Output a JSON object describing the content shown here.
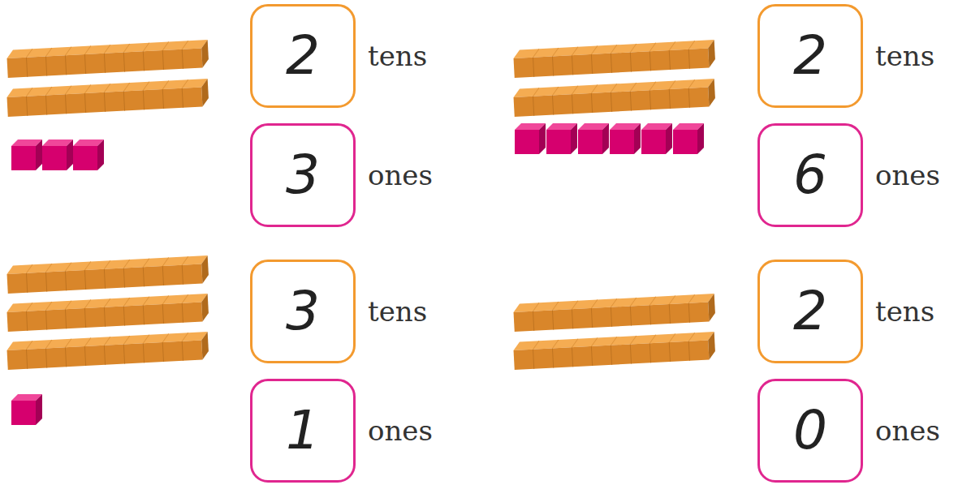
{
  "diagram": {
    "nodes": [
      {
        "text": [
          "2",
          "tens"
        ]
      },
      {
        "text": [
          "3",
          "ones"
        ]
      },
      {
        "text": [
          "2",
          "tens"
        ]
      },
      {
        "text": [
          "6",
          "ones"
        ]
      },
      {
        "text": [
          "3",
          "tens"
        ]
      },
      {
        "text": [
          "1",
          "ones"
        ]
      },
      {
        "text": [
          "2",
          "tens"
        ]
      },
      {
        "text": [
          "0",
          "ones"
        ]
      }
    ]
  }
}
